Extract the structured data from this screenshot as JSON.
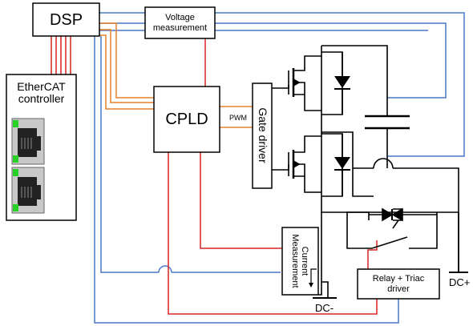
{
  "blocks": {
    "dsp": "DSP",
    "voltage_measurement": [
      "Voltage",
      "measurement"
    ],
    "ethercat_controller": [
      "EtherCAT",
      "controller"
    ],
    "cpld": "CPLD",
    "gate_driver": "Gate driver",
    "current_measurement": [
      "Current",
      "Measurement"
    ],
    "relay_triac_driver": [
      "Relay + Triac",
      "driver"
    ]
  },
  "signals": {
    "pwm": "PWM"
  },
  "terminals": {
    "dc_plus": "DC+",
    "dc_minus": "DC-"
  },
  "colors": {
    "orange": "#e6802a",
    "red": "#d62424",
    "blue": "#4a79c9",
    "black": "#000000",
    "led_green": "#28d028"
  }
}
